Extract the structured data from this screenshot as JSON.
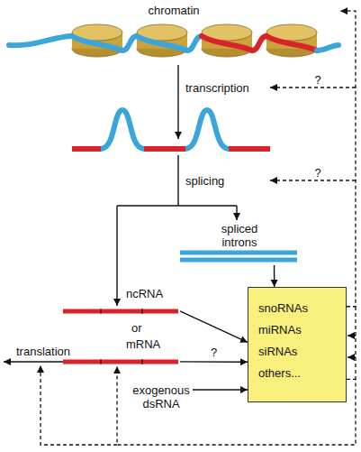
{
  "diagram": {
    "nodes": [
      {
        "text": [
          "chromatin"
        ]
      },
      {
        "text": [
          "ncRNA"
        ]
      },
      {
        "text": [
          "mRNA"
        ]
      },
      {
        "text": [
          "spliced introns"
        ]
      },
      {
        "text": [
          "snoRNAs miRNAs siRNAs others..."
        ]
      }
    ],
    "edges": [
      {
        "from": 1,
        "to": 4,
        "arrow": "to"
      },
      {
        "from": 2,
        "to": 4,
        "label": "?",
        "arrow": "to"
      },
      {
        "from": 3,
        "to": 4,
        "arrow": "to"
      },
      {
        "from": 4,
        "to": 0,
        "arrow": "to"
      },
      {
        "from": 4,
        "to": 2,
        "arrow": "to"
      }
    ],
    "labels": [
      "transcription",
      "?",
      "splicing",
      "?",
      "or",
      "translation",
      "exogenous dsRNA"
    ]
  }
}
